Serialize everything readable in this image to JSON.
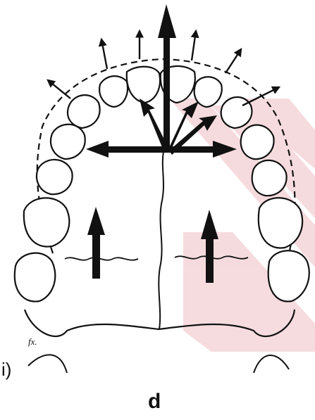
{
  "figure": {
    "panel_label": "d",
    "corner_mark": "i)",
    "scribble_text": "fx.",
    "colors": {
      "ink": "#111111",
      "watermark": "#f3d0d4",
      "background": "#ffffff"
    },
    "elements": [
      "dental-arch-teeth",
      "dashed-expansion-outline",
      "midpalatal-suture-line",
      "anterior-expansion-arrows",
      "lateral-expansion-arrows",
      "posterior-upward-arrows",
      "palate-outline"
    ]
  }
}
